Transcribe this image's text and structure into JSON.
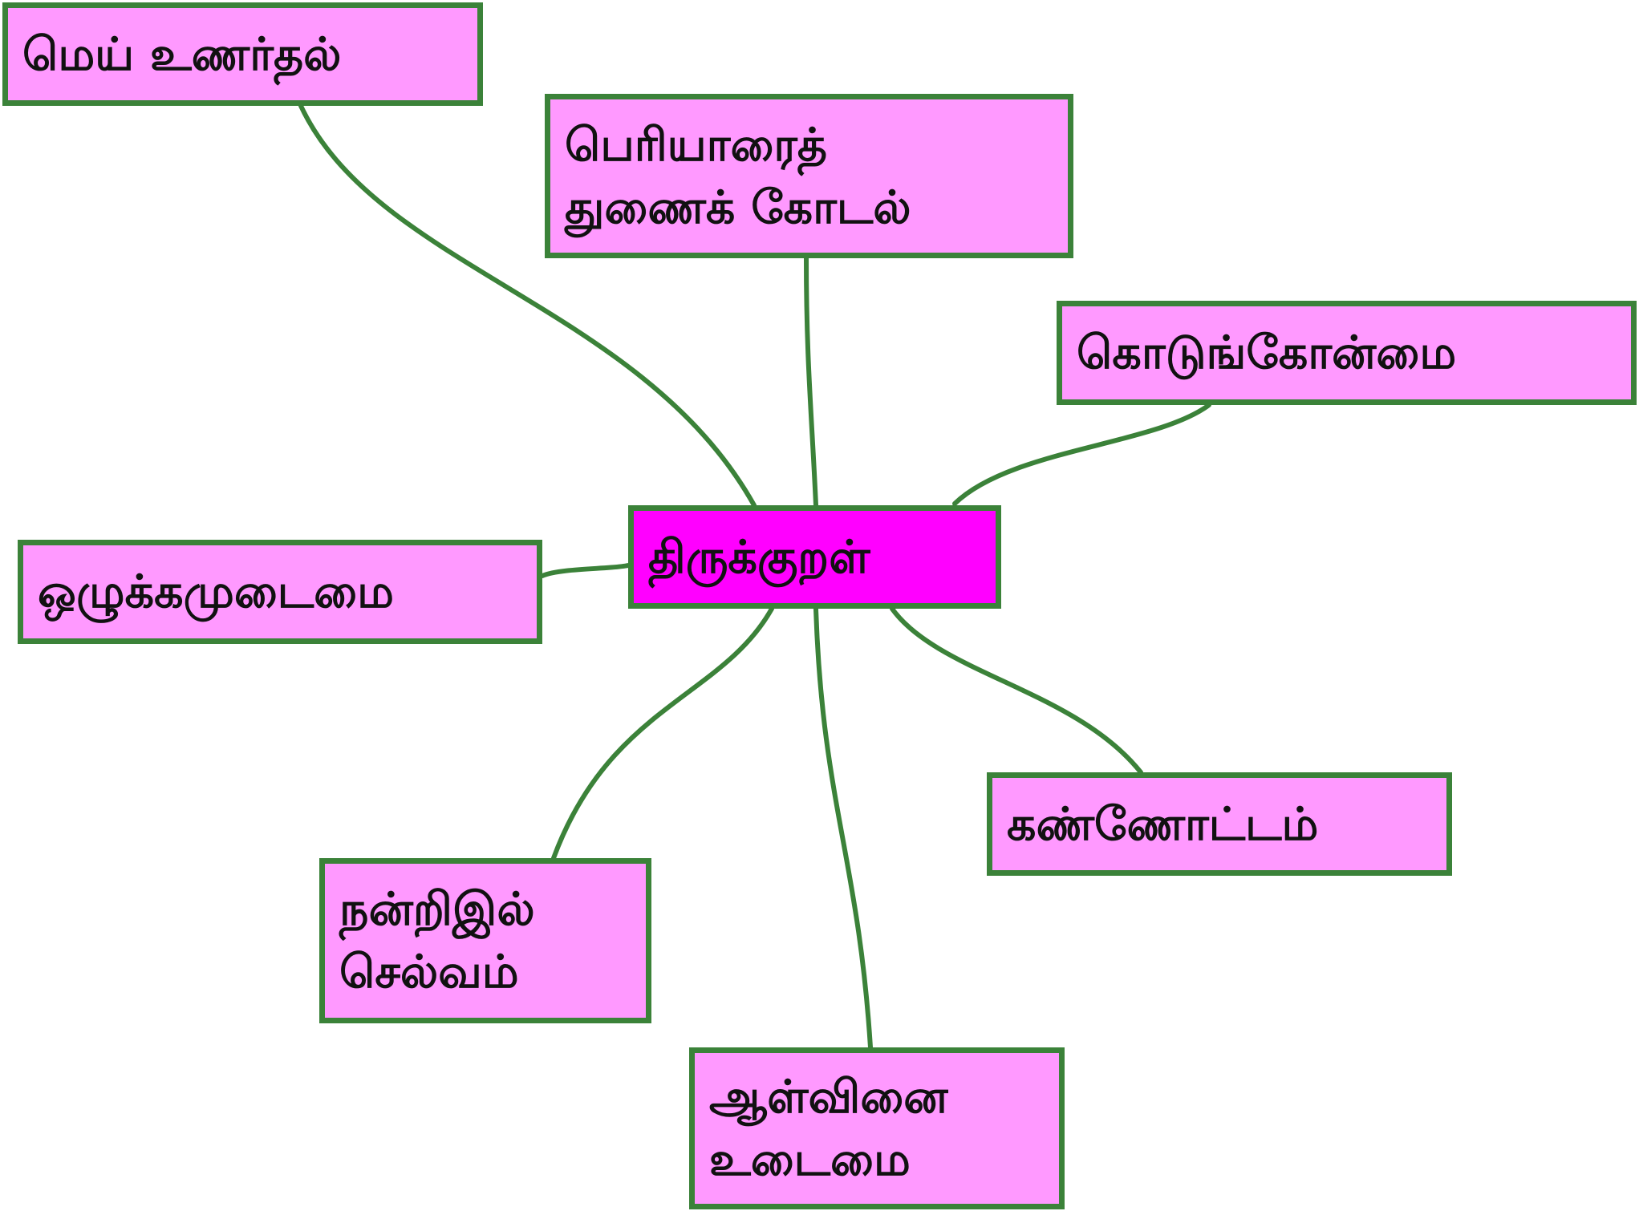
{
  "diagram": {
    "type": "mind-map",
    "colors": {
      "root_fill": "#ff00ff",
      "node_fill": "#ff99ff",
      "border": "#3b8239",
      "link": "#3b8239",
      "text": "#111111"
    },
    "root": {
      "id": "root",
      "label": "திருக்குறள்"
    },
    "nodes": [
      {
        "id": "n1",
        "label": "மெய் உணர்தல்"
      },
      {
        "id": "n2",
        "label": "பெரியாரைத்\nதுணைக் கோடல்"
      },
      {
        "id": "n3",
        "label": "கொடுங்கோன்மை"
      },
      {
        "id": "n4",
        "label": "ஒழுக்கமுடைமை"
      },
      {
        "id": "n5",
        "label": "கண்ணோட்டம்"
      },
      {
        "id": "n6",
        "label": "நன்றிஇல்\nசெல்வம்"
      },
      {
        "id": "n7",
        "label": "ஆள்வினை\nஉடைமை"
      }
    ],
    "edges": [
      {
        "from": "root",
        "to": "n1"
      },
      {
        "from": "root",
        "to": "n2"
      },
      {
        "from": "root",
        "to": "n3"
      },
      {
        "from": "root",
        "to": "n4"
      },
      {
        "from": "root",
        "to": "n5"
      },
      {
        "from": "root",
        "to": "n6"
      },
      {
        "from": "root",
        "to": "n7"
      }
    ]
  }
}
